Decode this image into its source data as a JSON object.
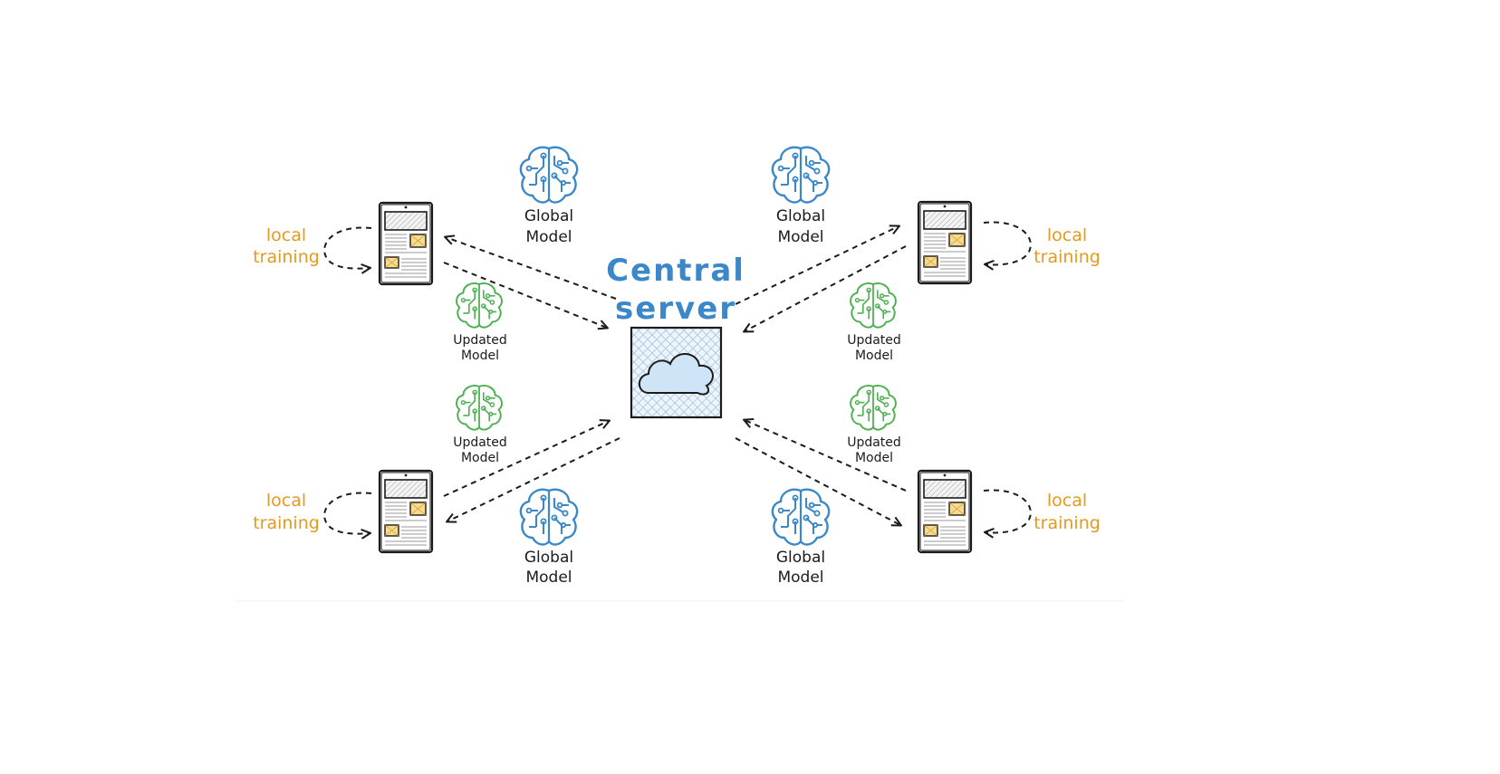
{
  "central": {
    "title_line1": "Central",
    "title_line2": "server",
    "icon": "cloud-icon"
  },
  "labels": {
    "global_line1": "Global",
    "global_line2": "Model",
    "updated_line1": "Updated",
    "updated_line2": "Model",
    "local_line1": "local",
    "local_line2": "training"
  },
  "colors": {
    "title_blue": "#3a87c9",
    "global_brain_blue": "#3a87c9",
    "updated_brain_green": "#4caf50",
    "local_orange": "#e39a1e",
    "doc_yellow": "#f8dc8c"
  },
  "nodes": {
    "client_top_left": {
      "icon": "tablet-icon"
    },
    "client_top_right": {
      "icon": "tablet-icon"
    },
    "client_bottom_left": {
      "icon": "tablet-icon"
    },
    "client_bottom_right": {
      "icon": "tablet-icon"
    }
  }
}
